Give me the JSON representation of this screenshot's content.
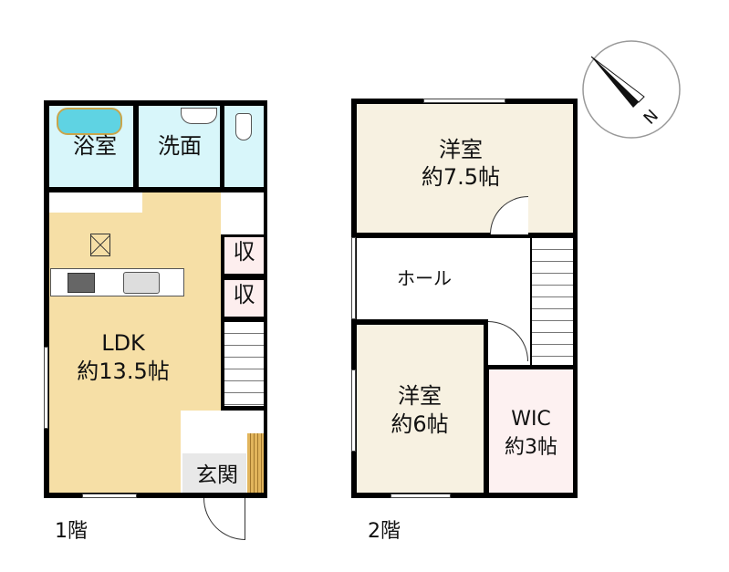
{
  "floor1": {
    "title": "1階",
    "rooms": {
      "bath": "浴室",
      "washroom": "洗面",
      "storage1": "収",
      "storage2": "収",
      "ldk_name": "LDK",
      "ldk_size": "約13.5帖",
      "entrance": "玄関"
    }
  },
  "floor2": {
    "title": "2階",
    "rooms": {
      "western1_name": "洋室",
      "western1_size": "約7.5帖",
      "hall": "ホール",
      "western2_name": "洋室",
      "western2_size": "約6帖",
      "wic_name": "WIC",
      "wic_size": "約3帖"
    }
  },
  "compass": {
    "direction": "N"
  },
  "colors": {
    "wet": "#d8f6fa",
    "ldk": "#f6dfa6",
    "room": "#f7f1e1",
    "storage": "#fdeeee",
    "wall": "#111111"
  }
}
